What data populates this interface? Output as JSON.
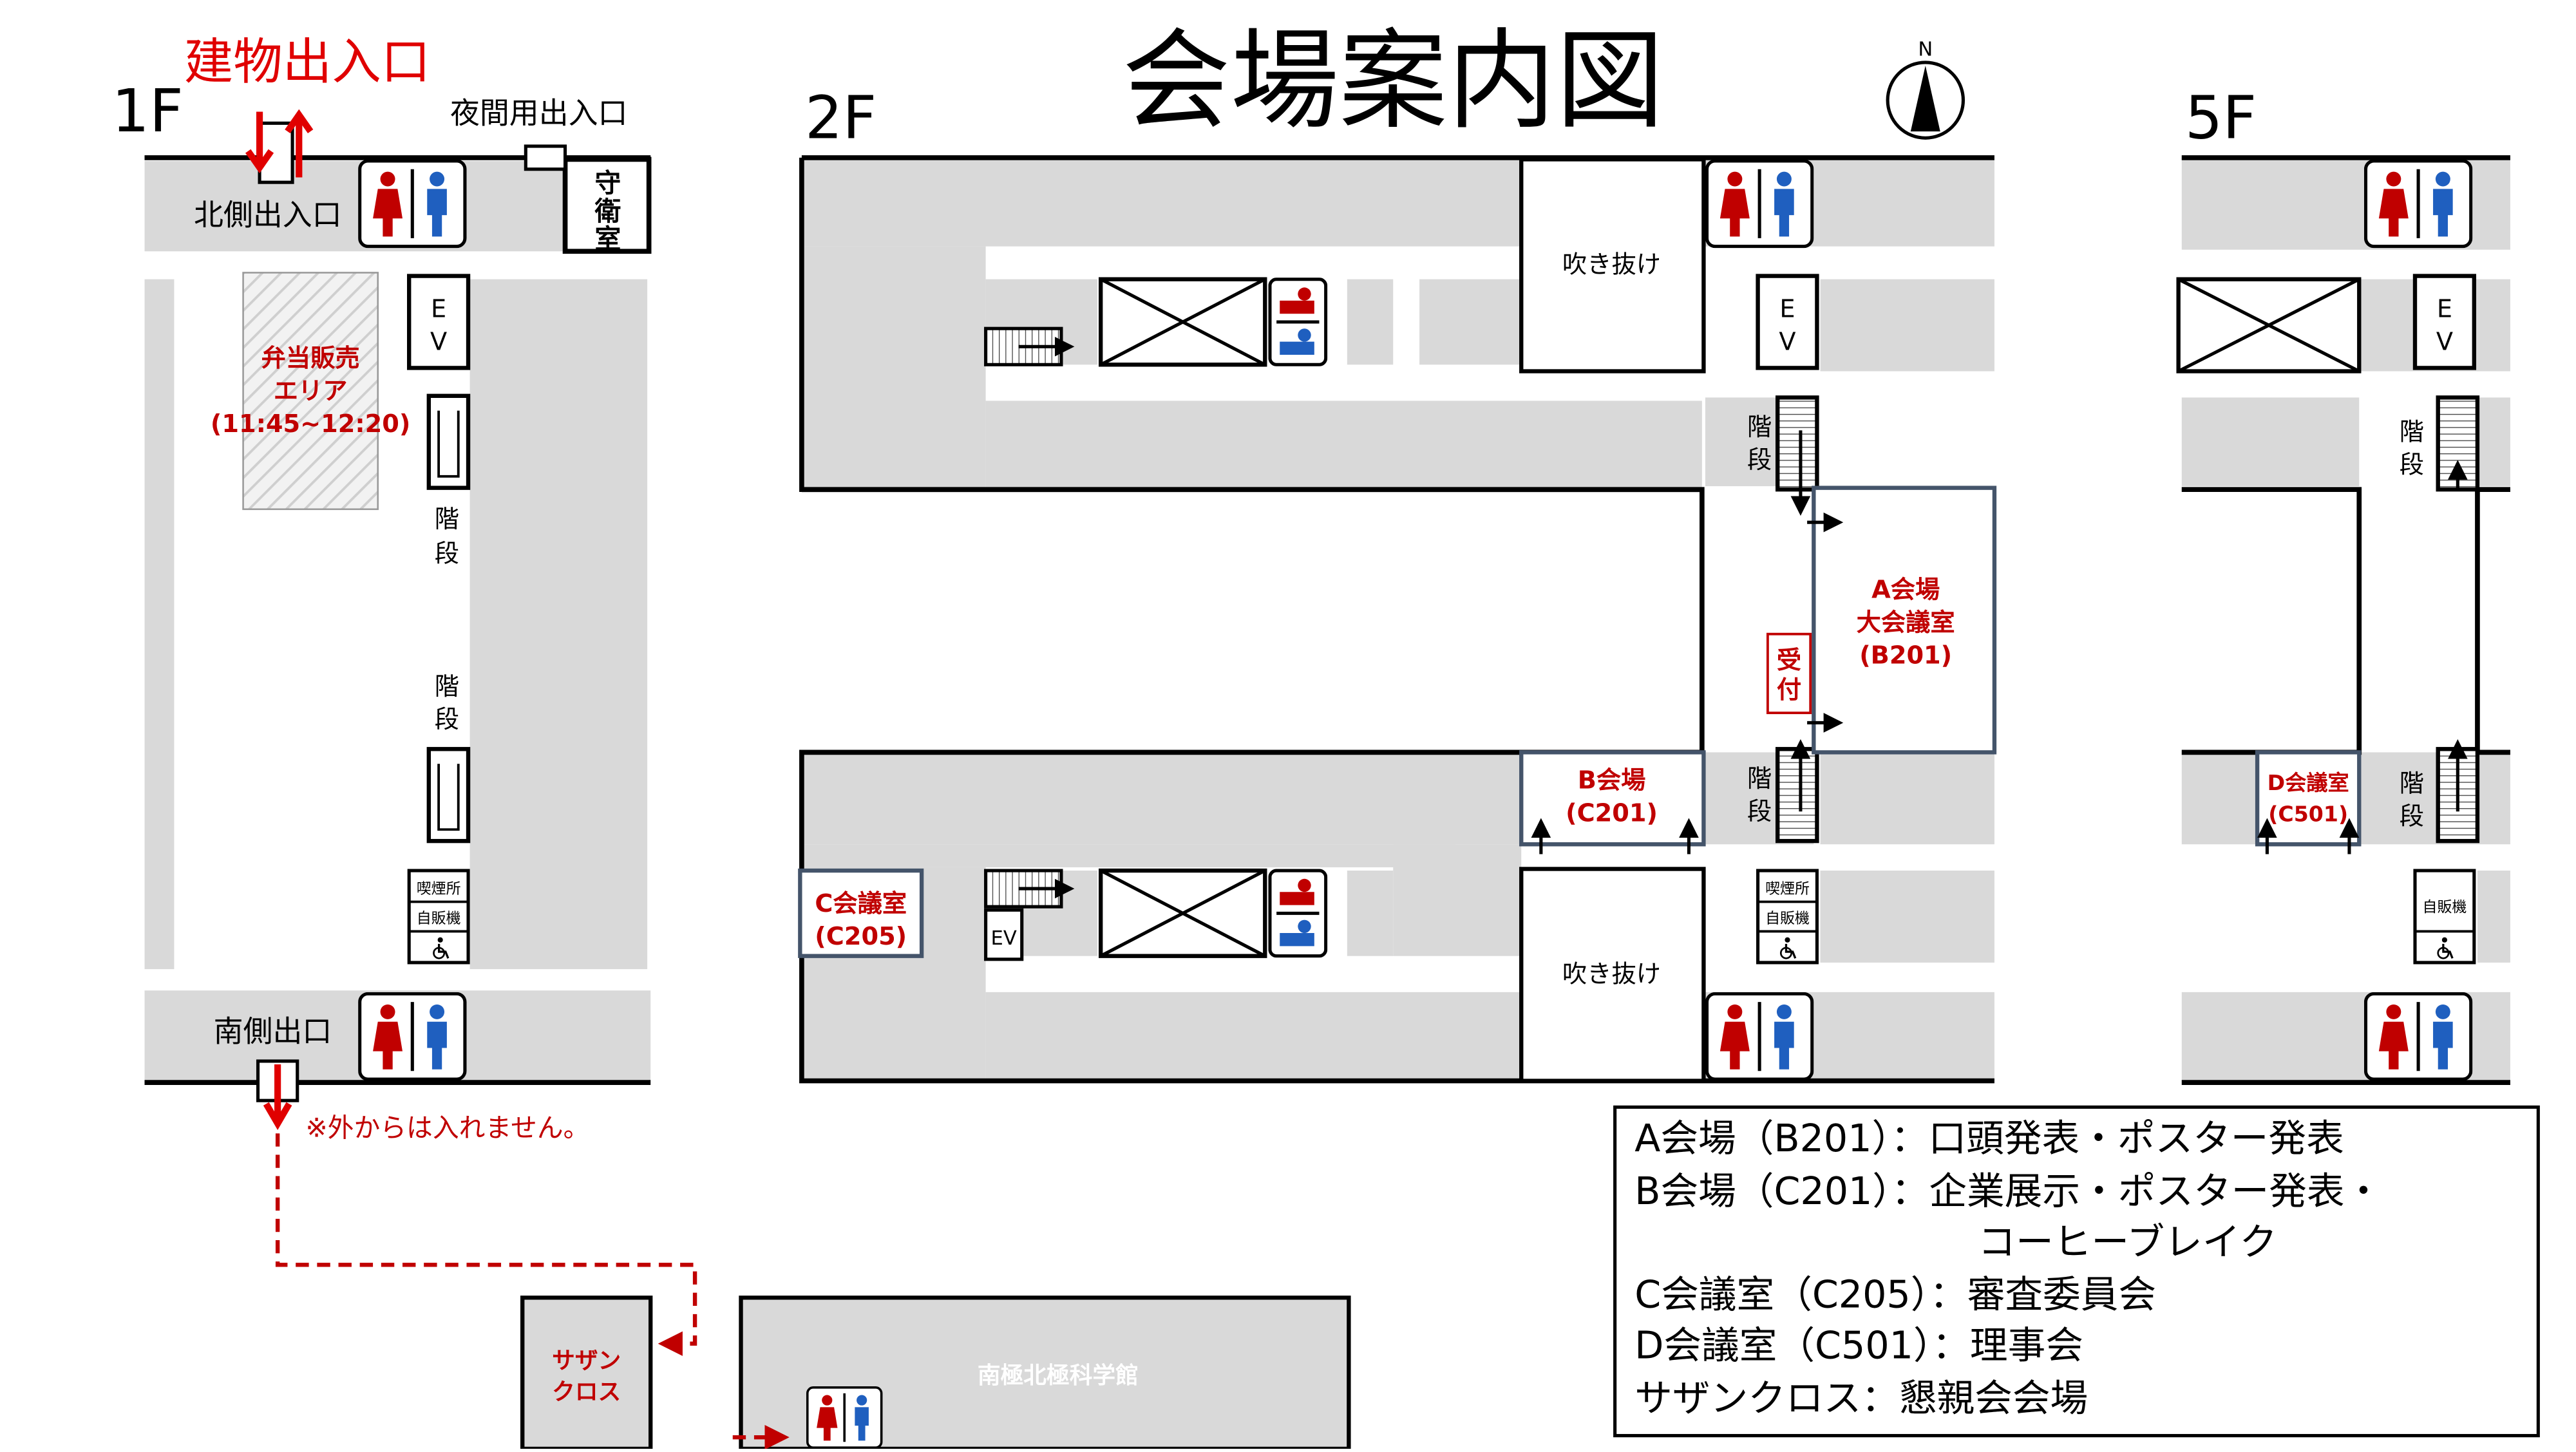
{
  "title": "会場案内図",
  "floors": {
    "f1": "1F",
    "f2": "2F",
    "f5": "5F"
  },
  "compass": {
    "label": "N"
  },
  "entrances": {
    "building": "建物出入口",
    "night": "夜間用出入口",
    "north": "北側出入口",
    "south": "南側出口",
    "note": "※外からは入れません。"
  },
  "rooms": {
    "guard": [
      "守",
      "衛",
      "室"
    ],
    "lunch": [
      "弁当販売",
      "エリア",
      "(11:45~12:20)"
    ],
    "stairs": [
      "階",
      "段"
    ],
    "ev": [
      "E",
      "V"
    ],
    "ev_short": "EV",
    "atrium": "吹き抜け",
    "smoking": "喫煙所",
    "vending": "自販機",
    "reception": [
      "受",
      "付"
    ],
    "hall_a": [
      "A会場",
      "大会議室",
      "(B201)"
    ],
    "hall_b": [
      "B会場",
      "(C201)"
    ],
    "room_c": [
      "C会議室",
      "(C205)"
    ],
    "room_d": [
      "D会議室",
      "(C501)"
    ],
    "southern_cross": [
      "サザン",
      "クロス"
    ],
    "museum": "南極北極科学館"
  },
  "legend": [
    "A会場（B201）：口頭発表・ポスター発表",
    "B会場（C201）：企業展示・ポスター発表・",
    "コーヒーブレイク",
    "C会議室（C205）：審査委員会",
    "D会議室（C501）：理事会",
    "サザンクロス：懇親会会場"
  ],
  "colors": {
    "corridor": "#d9d9d9",
    "wall": "#000000",
    "accent_red": "#c00000",
    "arrow_red": "#e00000",
    "room_blue": "#44546a",
    "toilet_female": "#c00000",
    "toilet_male": "#1f5fbf"
  },
  "icons": [
    "restroom-icon",
    "wheelchair-icon",
    "compass-icon",
    "arrow-icon"
  ]
}
